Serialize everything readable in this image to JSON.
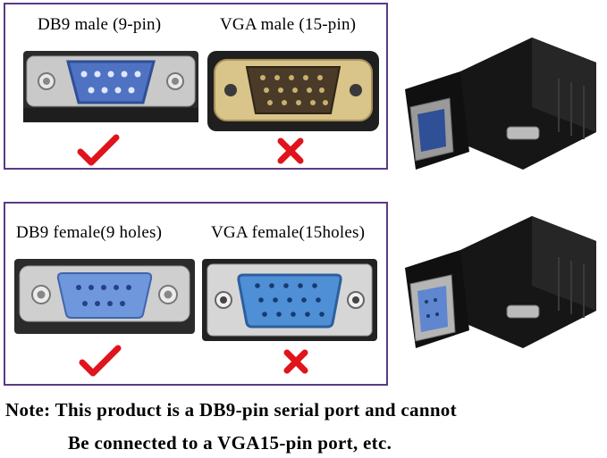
{
  "top_panel": {
    "left_label": "DB9 male (9-pin)",
    "right_label": "VGA male (15-pin)",
    "left_status": "check",
    "right_status": "cross"
  },
  "bottom_panel": {
    "left_label": "DB9 female(9 holes)",
    "right_label": "VGA female(15holes)",
    "left_status": "check",
    "right_status": "cross"
  },
  "note": {
    "line1": "Note: This product is a DB9-pin serial port and cannot",
    "line2": "Be connected to a VGA15-pin port, etc."
  },
  "colors": {
    "panel_border": "#5a3a86",
    "check": "#e0141c",
    "cross": "#e0141c",
    "db9_blue": "#5f86cf",
    "vga_gold": "#c8b070"
  }
}
